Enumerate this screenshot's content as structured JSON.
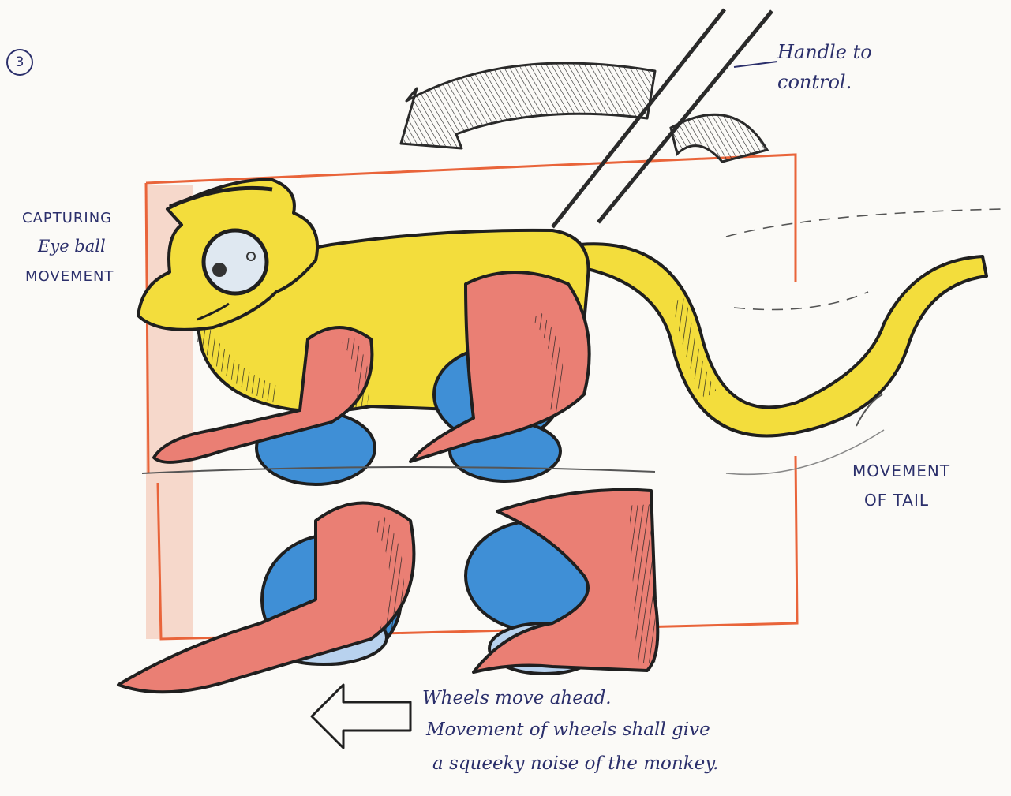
{
  "step_number": "3",
  "labels": {
    "handle": [
      "Handle to",
      "control."
    ],
    "eye": [
      "CAPTURING",
      "Eye ball",
      "MOVEMENT"
    ],
    "tail": [
      "MOVEMENT",
      "OF TAIL"
    ],
    "wheels": [
      "Wheels move ahead.",
      "Movement of wheels shall give",
      "a squeeky noise of the monkey."
    ]
  },
  "colors": {
    "ink": "#2b2f6b",
    "frame": "#e9643a",
    "body": "#f3dd3c",
    "limbs": "#ea7f74",
    "wheels": "#3f8fd6"
  }
}
